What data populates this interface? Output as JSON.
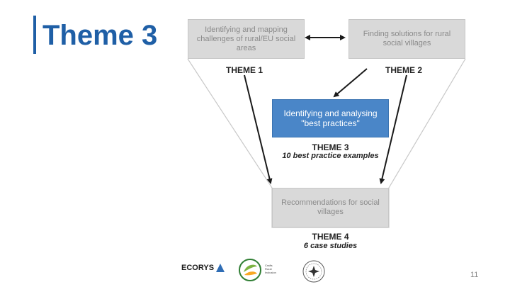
{
  "slide": {
    "title": "Theme 3",
    "page_number": "11"
  },
  "diagram": {
    "box_top_left": "Identifying and mapping challenges of rural/EU social areas",
    "box_top_right": "Finding solutions for rural social villages",
    "box_middle": "Identifying and analysing \"best practices\"",
    "box_bottom": "Recommendations for social villages",
    "theme1_label": "THEME 1",
    "theme2_label": "THEME 2",
    "theme3_label": "THEME 3",
    "theme3_sub": "10 best practice examples",
    "theme4_label": "THEME 4",
    "theme4_sub": "6 case studies"
  },
  "footer": {
    "logo1": "ECORYS",
    "logo2_text": [
      "Crafts",
      "Rural",
      "Inclusion"
    ],
    "logo1_icon": "ecorys-triangle-icon",
    "logo2_icon": "leaf-circle-icon",
    "logo3_icon": "seal-icon"
  },
  "colors": {
    "accent": "#1f5fa6",
    "box_blue": "#4a86c8",
    "box_grey": "#d9d9d9"
  }
}
